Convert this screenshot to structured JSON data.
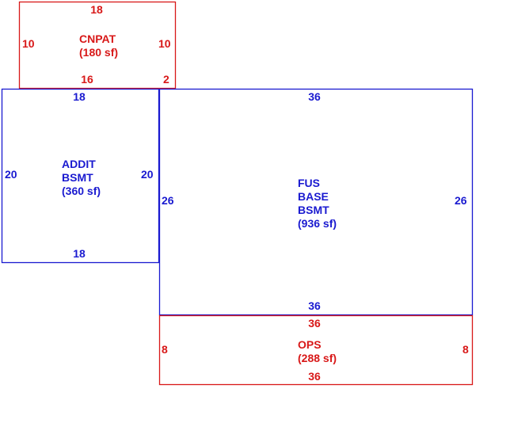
{
  "diagram": {
    "colors": {
      "blue": "#1a1ad0",
      "red": "#d81818"
    },
    "areas": {
      "cnpat": {
        "name": "CNPAT",
        "area": "(180 sf)",
        "dim_top": "18",
        "dim_left": "10",
        "dim_right": "10",
        "dim_bottom_left": "16",
        "dim_bottom_right": "2"
      },
      "addit": {
        "name_line1": "ADDIT",
        "name_line2": "BSMT",
        "area": "(360 sf)",
        "dim_top": "18",
        "dim_left": "20",
        "dim_right": "20",
        "dim_bottom": "18"
      },
      "fus": {
        "name_line1": "FUS",
        "name_line2": "BASE",
        "name_line3": "BSMT",
        "area": "(936 sf)",
        "dim_top": "36",
        "dim_left": "26",
        "dim_right": "26",
        "dim_bottom": "36"
      },
      "ops": {
        "name": "OPS",
        "area": "(288 sf)",
        "dim_top": "36",
        "dim_left": "8",
        "dim_right": "8",
        "dim_bottom": "36"
      }
    }
  }
}
